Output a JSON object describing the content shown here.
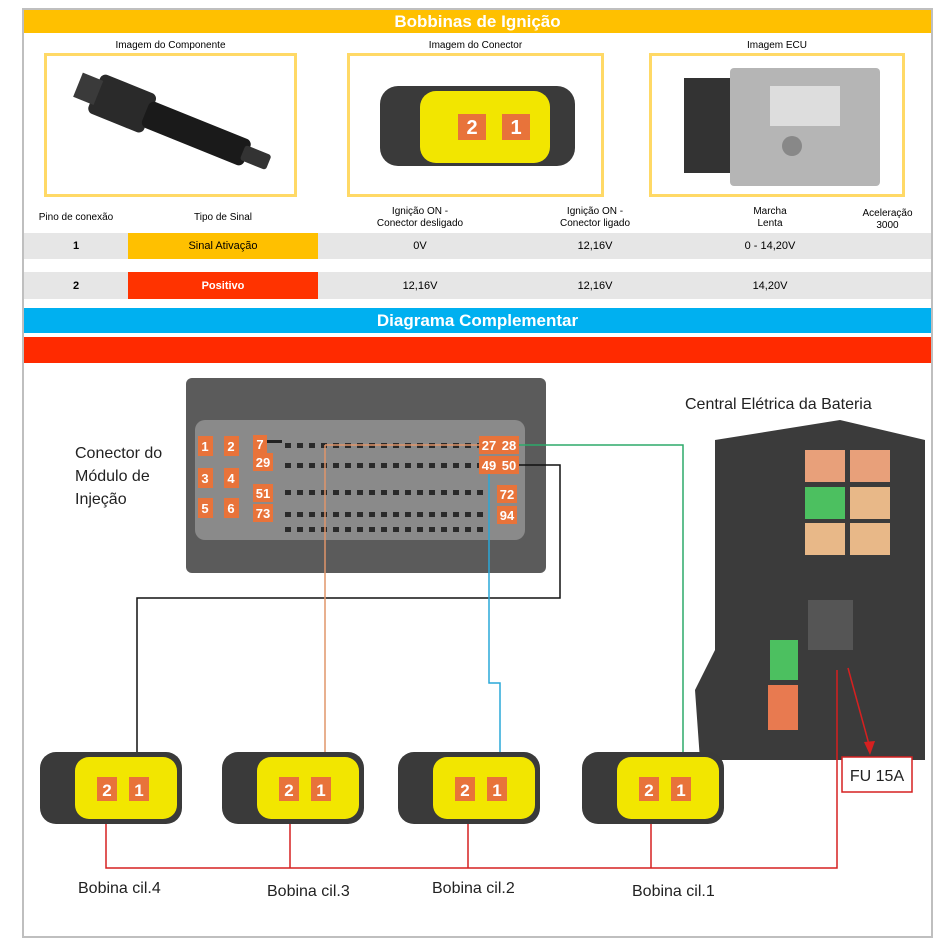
{
  "header": {
    "title": "Bobbinas de Ignição",
    "bg": "#FFC000"
  },
  "images": [
    {
      "label": "Imagem do Componente"
    },
    {
      "label": "Imagem do Conector"
    },
    {
      "label": "Imagem ECU"
    }
  ],
  "table": {
    "headers": [
      "Pino de conexão",
      "Tipo de Sinal",
      "Ignição ON -\nConector desligado",
      "Ignição ON -\nConector ligado",
      "Marcha\nLenta",
      "Aceleração\n3000"
    ],
    "rows": [
      {
        "pin": "1",
        "type": "Sinal Ativação",
        "type_color": "#FFC000",
        "ign_off": "0V",
        "ign_on": "12,16V",
        "idle": "0 - 14,20V",
        "accel": ""
      },
      {
        "pin": "2",
        "type": "Positivo",
        "type_color": "#FF3300",
        "ign_off": "12,16V",
        "ign_on": "12,16V",
        "idle": "14,20V",
        "accel": ""
      }
    ]
  },
  "diagram": {
    "title": "Diagrama Complementar",
    "title_bg": "#00B0F0",
    "red_bar": "#FF2A00",
    "ecu_connector_label": "Conector do Módulo de Injeção",
    "ecu_pins": [
      "1",
      "2",
      "3",
      "4",
      "5",
      "6",
      "7",
      "29",
      "51",
      "73",
      "27",
      "28",
      "49",
      "50",
      "72",
      "94"
    ],
    "fuse_box_label": "Central Elétrica da Bateria",
    "fuse_label": "FU 15A",
    "coil_pins": [
      "2",
      "1"
    ],
    "coils": [
      {
        "label": "Bobina cil.4"
      },
      {
        "label": "Bobina cil.3"
      },
      {
        "label": "Bobina cil.2"
      },
      {
        "label": "Bobina cil.1"
      }
    ],
    "wire_colors": {
      "black": "#111111",
      "orange": "#E0956A",
      "blue": "#2AA8D8",
      "green": "#2DAA6A",
      "red": "#D62020"
    }
  }
}
